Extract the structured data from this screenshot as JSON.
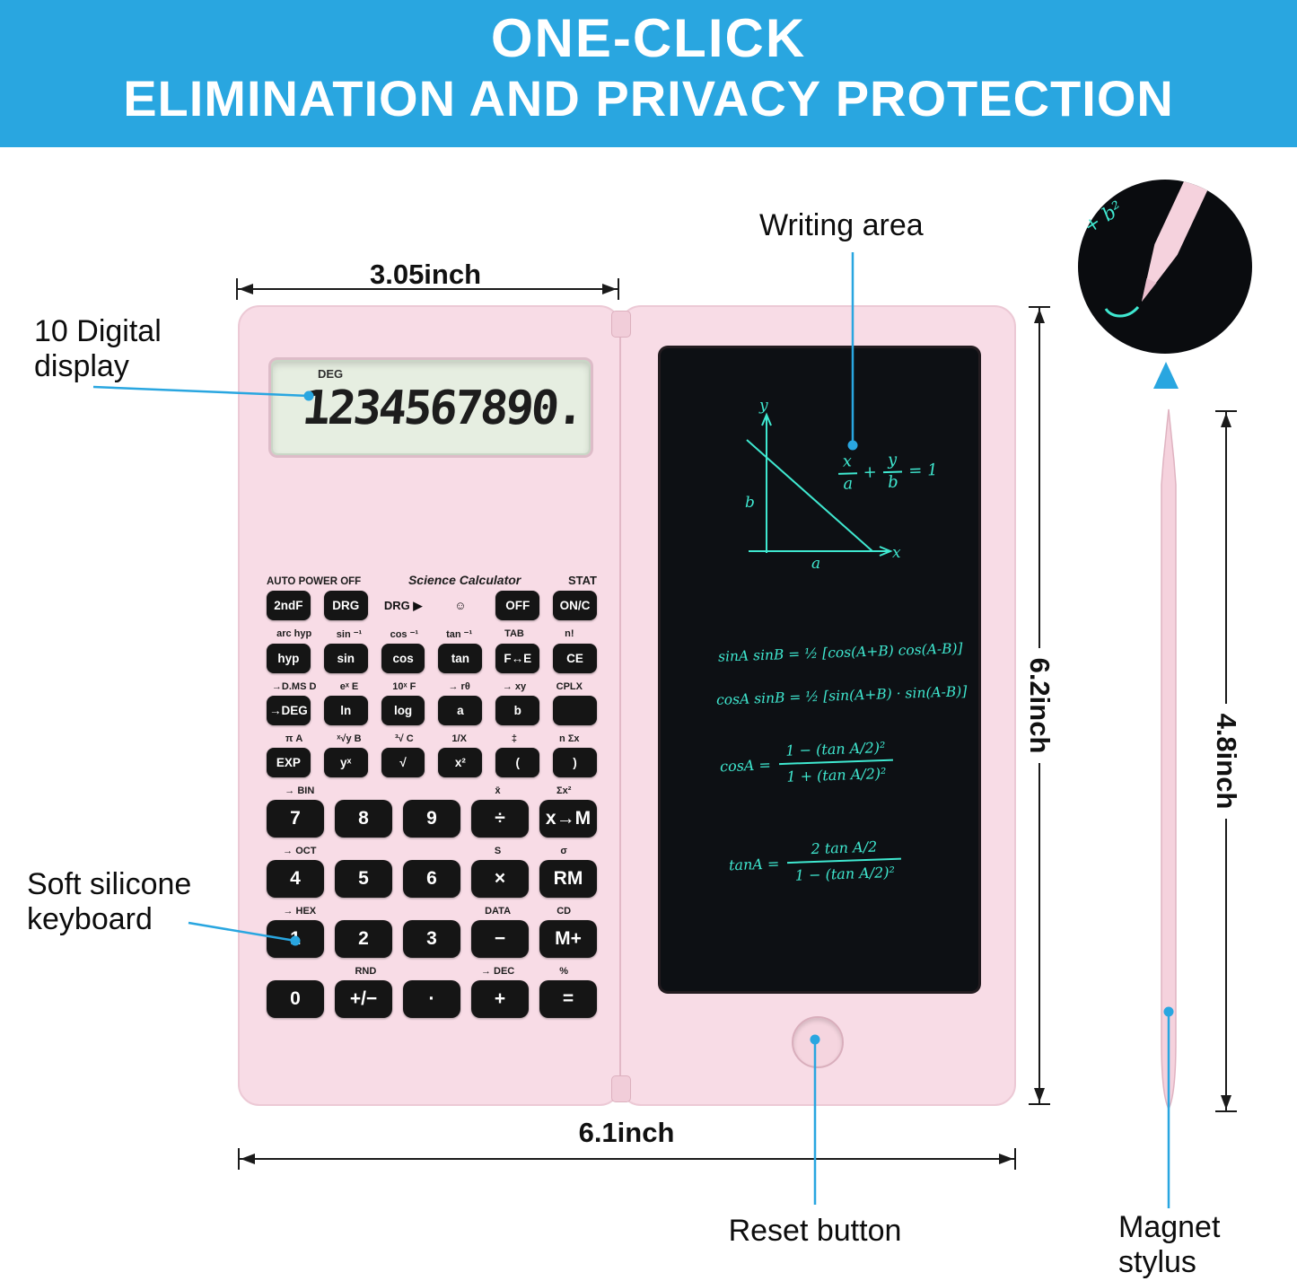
{
  "header": {
    "line1": "ONE-CLICK",
    "line2": "ELIMINATION AND PRIVACY PROTECTION"
  },
  "colors": {
    "accent_blue": "#29a6e0",
    "body_pink": "#f8dce6",
    "key_black": "#151515",
    "lcd_green": "#e6eee1",
    "ink_cyan": "#3fe8d0"
  },
  "annotations": {
    "writing_area": "Writing area",
    "digital_display": "10 Digital display",
    "soft_keyboard": "Soft silicone keyboard",
    "reset_button": "Reset button",
    "magnet_stylus": "Magnet stylus"
  },
  "dimensions": {
    "calc_width": "3.05inch",
    "device_height": "6.2inch",
    "stylus_length": "4.8inch",
    "device_width": "6.1inch"
  },
  "calculator": {
    "auto_power_label": "AUTO POWER OFF",
    "brand_label": "Science Calculator",
    "stat_label": "STAT",
    "display_mode": "DEG",
    "display_value": "1234567890.",
    "rows": [
      {
        "keys": [
          {
            "label": "2ndF",
            "type": "key"
          },
          {
            "label": "DRG",
            "type": "key"
          },
          {
            "label": "DRG ▶",
            "type": "flat"
          },
          {
            "label": "☺",
            "type": "flat"
          },
          {
            "label": "OFF",
            "type": "key"
          },
          {
            "label": "ON/C",
            "type": "key"
          }
        ]
      },
      {
        "hints": [
          "arc hyp",
          "sin ⁻¹",
          "cos ⁻¹",
          "tan ⁻¹",
          "TAB",
          "n!"
        ],
        "keys": [
          {
            "label": "hyp",
            "type": "key"
          },
          {
            "label": "sin",
            "type": "key"
          },
          {
            "label": "cos",
            "type": "key"
          },
          {
            "label": "tan",
            "type": "key"
          },
          {
            "label": "F↔E",
            "type": "key"
          },
          {
            "label": "CE",
            "type": "key"
          }
        ]
      },
      {
        "hints": [
          "→D.MS D",
          "eˣ  E",
          "10ˣ  F",
          "→ rθ",
          "→ xy",
          "CPLX"
        ],
        "keys": [
          {
            "label": "→DEG",
            "type": "key"
          },
          {
            "label": "ln",
            "type": "key"
          },
          {
            "label": "log",
            "type": "key"
          },
          {
            "label": "a",
            "type": "key"
          },
          {
            "label": "b",
            "type": "key"
          },
          {
            "label": "",
            "type": "key"
          }
        ]
      },
      {
        "hints": [
          "π  A",
          "ˣ√y  B",
          "³√  C",
          "1/X",
          "‡",
          "n  Σx"
        ],
        "keys": [
          {
            "label": "EXP",
            "type": "key"
          },
          {
            "label": "yˣ",
            "type": "key"
          },
          {
            "label": "√",
            "type": "key"
          },
          {
            "label": "x²",
            "type": "key"
          },
          {
            "label": "(",
            "type": "key"
          },
          {
            "label": ")",
            "type": "key"
          }
        ]
      },
      {
        "wide": true,
        "hints": [
          "→ BIN",
          "",
          "",
          "x̄",
          "Σx²"
        ],
        "keys": [
          {
            "label": "7",
            "type": "key"
          },
          {
            "label": "8",
            "type": "key"
          },
          {
            "label": "9",
            "type": "key"
          },
          {
            "label": "÷",
            "type": "key"
          },
          {
            "label": "x→M",
            "type": "key"
          }
        ]
      },
      {
        "wide": true,
        "hints": [
          "→ OCT",
          "",
          "",
          "S",
          "σ"
        ],
        "keys": [
          {
            "label": "4",
            "type": "key"
          },
          {
            "label": "5",
            "type": "key"
          },
          {
            "label": "6",
            "type": "key"
          },
          {
            "label": "×",
            "type": "key"
          },
          {
            "label": "RM",
            "type": "key"
          }
        ]
      },
      {
        "wide": true,
        "hints": [
          "→ HEX",
          "",
          "",
          "DATA",
          "CD"
        ],
        "keys": [
          {
            "label": "1",
            "type": "key"
          },
          {
            "label": "2",
            "type": "key"
          },
          {
            "label": "3",
            "type": "key"
          },
          {
            "label": "−",
            "type": "key"
          },
          {
            "label": "M+",
            "type": "key"
          }
        ]
      },
      {
        "wide": true,
        "hints": [
          "",
          "RND",
          "",
          "→ DEC",
          "%"
        ],
        "keys": [
          {
            "label": "0",
            "type": "key"
          },
          {
            "label": "+/−",
            "type": "key"
          },
          {
            "label": "·",
            "type": "key"
          },
          {
            "label": "+",
            "type": "key"
          },
          {
            "label": "=",
            "type": "key"
          }
        ]
      }
    ]
  },
  "tablet": {
    "graph": {
      "x": "x",
      "y": "y",
      "a": "a",
      "b": "b"
    },
    "eq1": {
      "num1": "x",
      "den1": "a",
      "op": "+",
      "num2": "y",
      "den2": "b",
      "rhs": "= 1"
    },
    "eq2": "sinA sinB = ½ [cos(A+B) cos(A-B)]",
    "eq3": "cosA sinB = ½ [sin(A+B) · sin(A-B)]",
    "eq4": {
      "lhs": "cosA =",
      "num": "1 − (tan A/2)²",
      "den": "1 + (tan A/2)²"
    },
    "eq5": {
      "lhs": "tanA =",
      "num": "2 tan A/2",
      "den": "1 − (tan A/2)²"
    }
  },
  "inset": {
    "annotation": "+ b²"
  }
}
